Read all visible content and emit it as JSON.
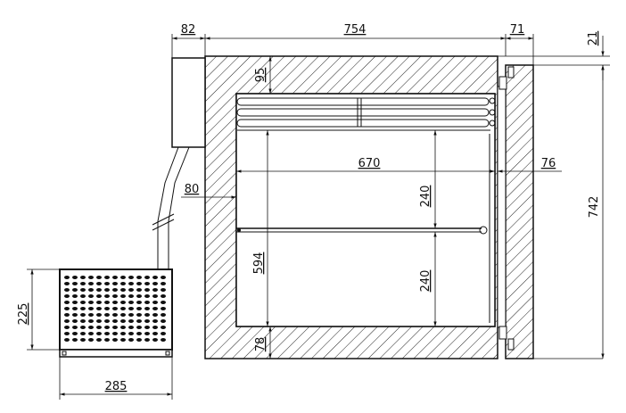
{
  "drawing": {
    "colors": {
      "line": "#111111",
      "background": "#ffffff",
      "hatch": "#222222"
    },
    "dimensions": {
      "top_left": "82",
      "top_main": "754",
      "top_right": "71",
      "top_far_right": "21",
      "insulation_top": "95",
      "inner_width": "670",
      "door_thickness": "76",
      "shelf_upper": "240",
      "shelf_lower": "240",
      "overall_height": "742",
      "side_offset": "80",
      "inner_height": "594",
      "insulation_bottom": "78",
      "unit_height": "225",
      "unit_width": "285"
    }
  }
}
